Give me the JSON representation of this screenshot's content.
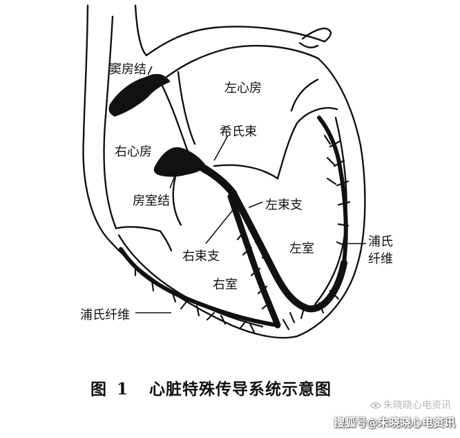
{
  "labels": {
    "sinoatrial_node": "窦房结",
    "left_atrium": "左心房",
    "his_bundle": "希氏束",
    "right_atrium": "右心房",
    "av_node": "房室结",
    "left_bundle_branch": "左束支",
    "left_ventricle": "左室",
    "purkinje_fibers_right_line1": "浦氏",
    "purkinje_fibers_right_line2": "纤维",
    "right_bundle_branch": "右束支",
    "right_ventricle": "右室",
    "purkinje_fibers_left": "浦氏纤维"
  },
  "caption": {
    "prefix": "图",
    "number": "1",
    "title": "心脏特殊传导系统示意图"
  },
  "watermark": {
    "line1": "朱晓晓心电资讯",
    "line2": "搜狐号@朱晓晓心电资讯"
  }
}
